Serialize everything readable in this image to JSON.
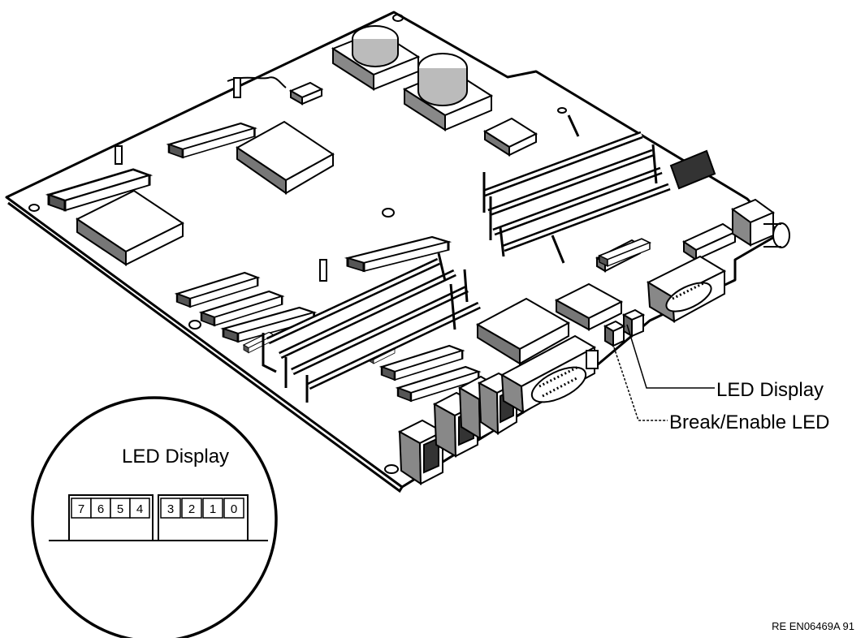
{
  "labels": {
    "led_display": "LED Display",
    "break_enable_led": "Break/Enable LED",
    "inset_title": "LED Display"
  },
  "led_digits": [
    "7",
    "6",
    "5",
    "4",
    "3",
    "2",
    "1",
    "0"
  ],
  "figure_id": "RE EN06469A 91"
}
